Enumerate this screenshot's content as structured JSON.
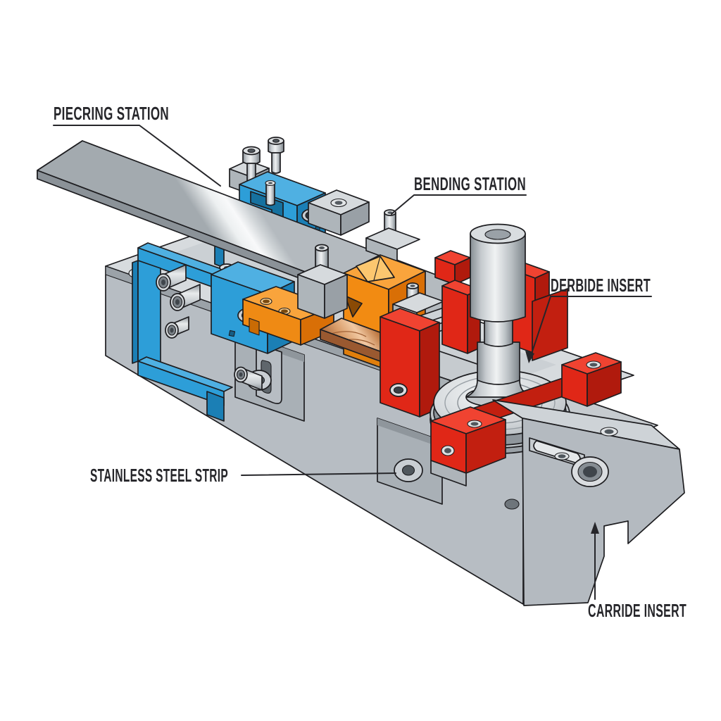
{
  "page": {
    "background": "#FFFFFF",
    "kind": "technical-illustration",
    "subject": "Progressive die stamping tool, isometric cutaway view"
  },
  "labels": {
    "piercing_station": {
      "text": "PIECRING STATION"
    },
    "bending_station": {
      "text": "BENDING STATION"
    },
    "die_insert": {
      "text": "DERBIDE INSERT"
    },
    "strip": {
      "text": "STAINLESS STEEL STRIP"
    },
    "carbide_insert": {
      "text": "CARRIDE INSERT"
    }
  },
  "colors": {
    "piercing_station_blue": "#2D9ED8",
    "piercing_station_blue_light": "#4FB0E2",
    "piercing_station_blue_dark": "#1B7FB5",
    "bending_station_orange": "#F28B12",
    "bending_station_orange_light": "#F9A43C",
    "bending_station_orange_dark": "#D96F06",
    "die_station_red": "#E02717",
    "die_station_red_light": "#F04331",
    "die_station_red_dark": "#B01A0D",
    "machine_gray": "#B7BDC3",
    "machine_gray_light": "#D7DBDE",
    "machine_gray_dark": "#8B9298",
    "strip_steel": "#E9ECED",
    "strip_copper": "#D89A66",
    "outline": "#1D1D20",
    "label_text": "#26262A"
  }
}
